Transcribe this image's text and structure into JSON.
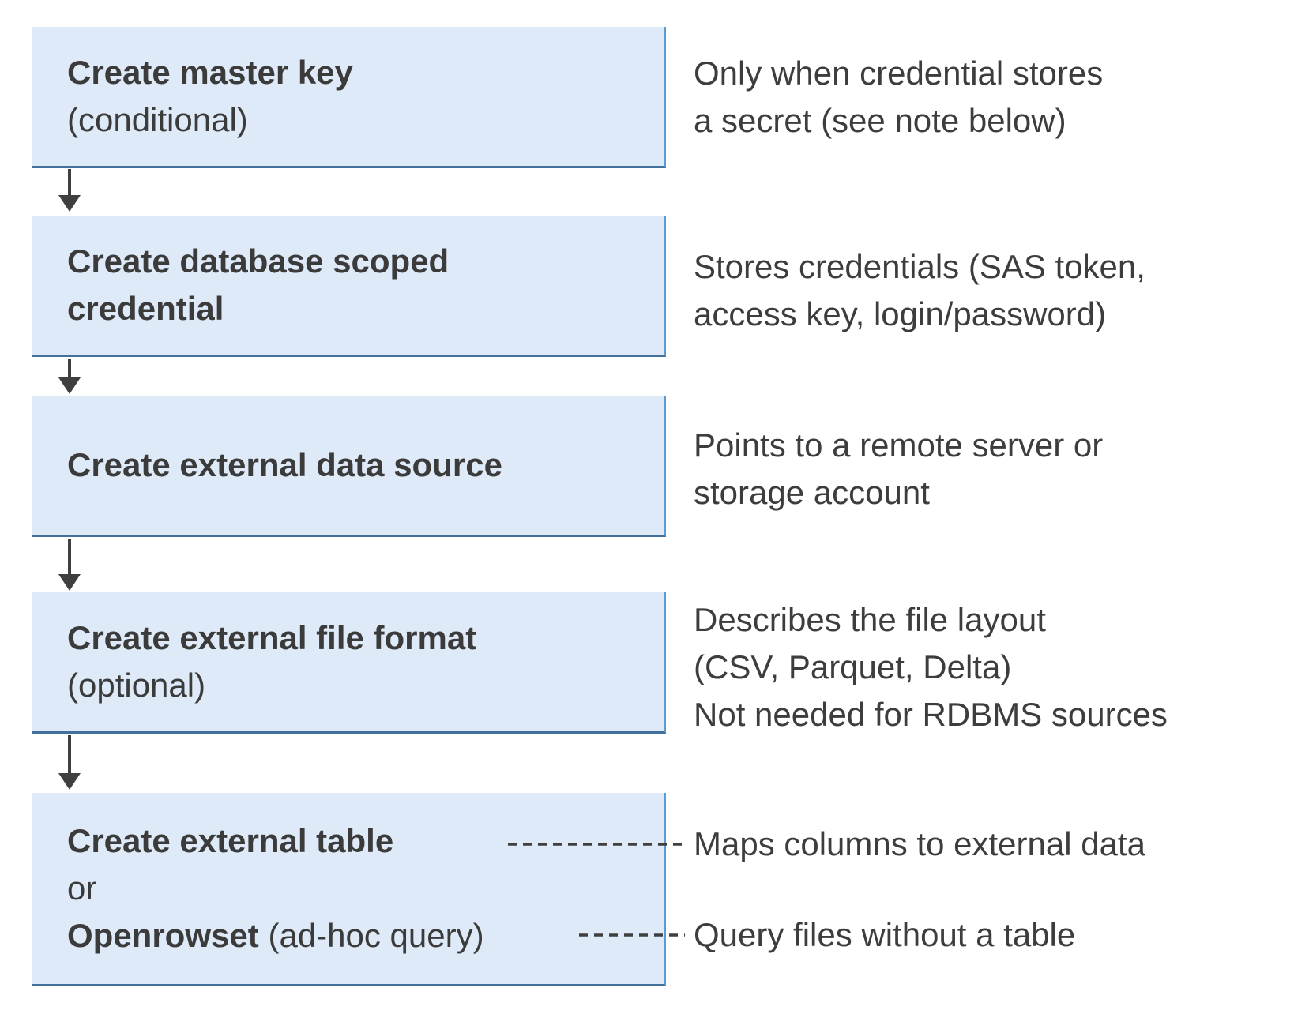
{
  "colors": {
    "box_fill": "#dfeaf8",
    "box_border_right": "#5b9bd5",
    "box_border_bottom": "#41719c",
    "text": "#3b3b3b",
    "arrow_and_dash": "#3f3f3f"
  },
  "steps": [
    {
      "title": "Create master key",
      "qualifier": "(conditional)"
    },
    {
      "title_line1": "Create database scoped",
      "title_line2": "credential"
    },
    {
      "title": "Create external data source"
    },
    {
      "title": "Create external file format",
      "qualifier": "(optional)"
    },
    {
      "option1": "Create external table",
      "conjunction": "or",
      "option2": "Openrowset",
      "option2_suffix": "(ad-hoc query)"
    }
  ],
  "notes": [
    [
      "Only when credential stores",
      "a secret (see note below)"
    ],
    [
      "Stores credentials (SAS token,",
      "access key, login/password)"
    ],
    [
      "Points to a remote server or",
      "storage account"
    ],
    [
      "Describes the file layout",
      "(CSV, Parquet, Delta)",
      "Not needed for RDBMS sources"
    ],
    [
      "Maps columns to external data"
    ],
    [
      "Query files without a table"
    ]
  ]
}
